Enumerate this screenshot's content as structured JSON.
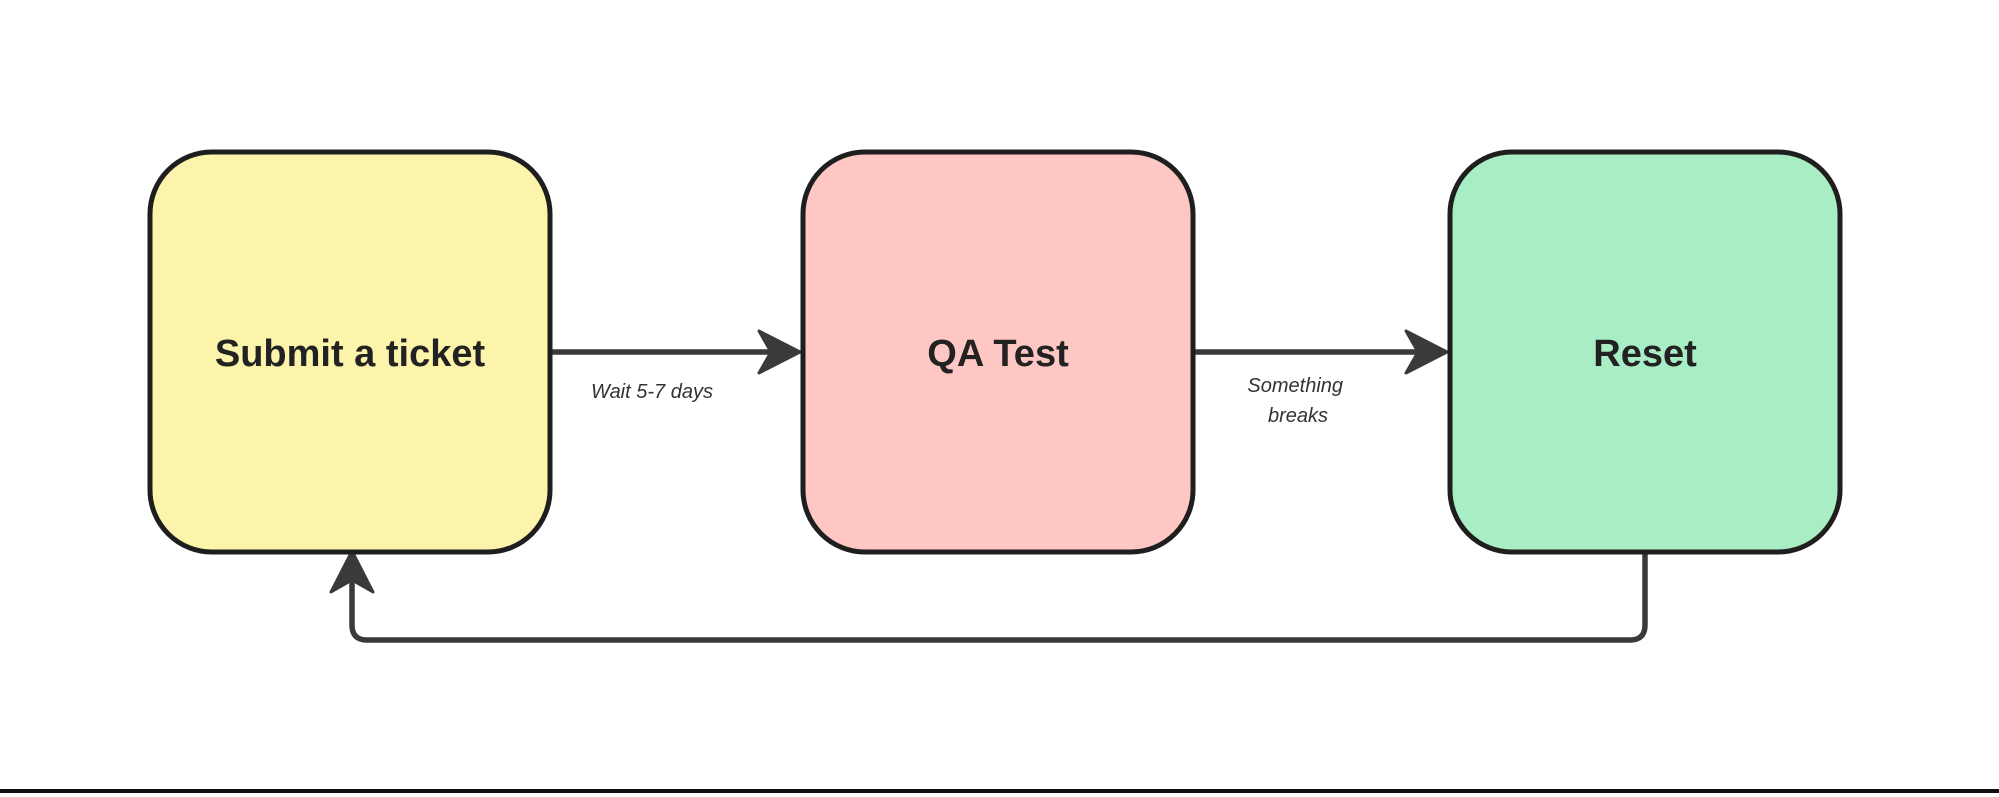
{
  "diagram": {
    "background_color": "#ffffff",
    "node_border_color": "#1e1e1e",
    "node_label_color": "#222222",
    "edge_color": "#3a3a3a",
    "edge_label_color": "#333333",
    "nodes": [
      {
        "id": "submit-ticket",
        "label": "Submit a ticket",
        "fill": "#fcf4ab"
      },
      {
        "id": "qa-test",
        "label": "QA Test",
        "fill": "#fec7c3"
      },
      {
        "id": "reset",
        "label": "Reset",
        "fill": "#a9edc5"
      }
    ],
    "edges": [
      {
        "id": "submit-to-qa",
        "from": "Submit a ticket",
        "to": "QA Test",
        "label": "Wait 5-7 days"
      },
      {
        "id": "qa-to-reset",
        "from": "QA Test",
        "to": "Reset",
        "label": "Something breaks",
        "label_lines": [
          "Something",
          "breaks"
        ]
      },
      {
        "id": "reset-to-submit",
        "from": "Reset",
        "to": "Submit a ticket",
        "label": ""
      }
    ]
  }
}
